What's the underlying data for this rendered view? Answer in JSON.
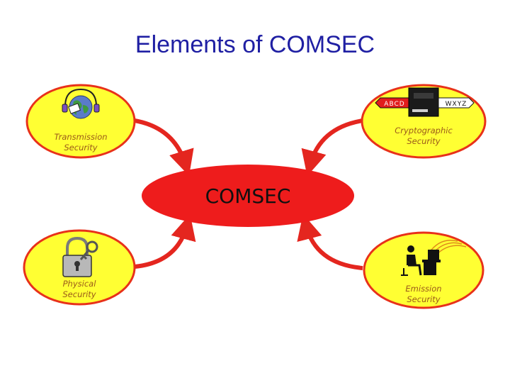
{
  "title": "Elements of COMSEC",
  "center": {
    "label": "COMSEC"
  },
  "nodes": {
    "transmission": {
      "line1": "Transmission",
      "line2": "Security",
      "icon": "globe-headset-icon"
    },
    "cryptographic": {
      "line1": "Cryptographic",
      "line2": "Security",
      "plain": "ABCD",
      "cipher": "WXYZ",
      "icon": "encryption-device-icon"
    },
    "physical": {
      "line1": "Physical",
      "line2": "Security",
      "icon": "padlock-key-icon"
    },
    "emission": {
      "line1": "Emission",
      "line2": "Security",
      "icon": "person-at-computer-icon"
    }
  },
  "colors": {
    "title": "#1f1fa3",
    "node_fill": "#ffff33",
    "node_stroke": "#e8311a",
    "center_fill": "#ee1c1c",
    "arrow": "#e4261f",
    "label": "#9b5a1a"
  }
}
